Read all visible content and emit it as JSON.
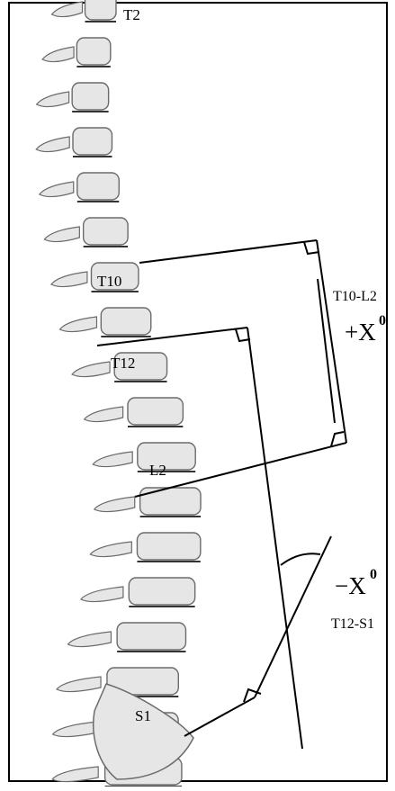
{
  "vertebra_labels": {
    "t2": "T2",
    "t10": "T10",
    "t12": "T12",
    "l2": "L2",
    "s1": "S1"
  },
  "angle_upper": {
    "segment": "T10-L2",
    "sign_value": "+X",
    "degree": "0"
  },
  "angle_lower": {
    "sign_value": "−X",
    "degree": "0",
    "segment": "T12-S1"
  },
  "colors": {
    "ink": "#000000",
    "bone_fill": "#e6e6e6",
    "bone_shadow": "#6b6b6b",
    "background": "#ffffff"
  }
}
